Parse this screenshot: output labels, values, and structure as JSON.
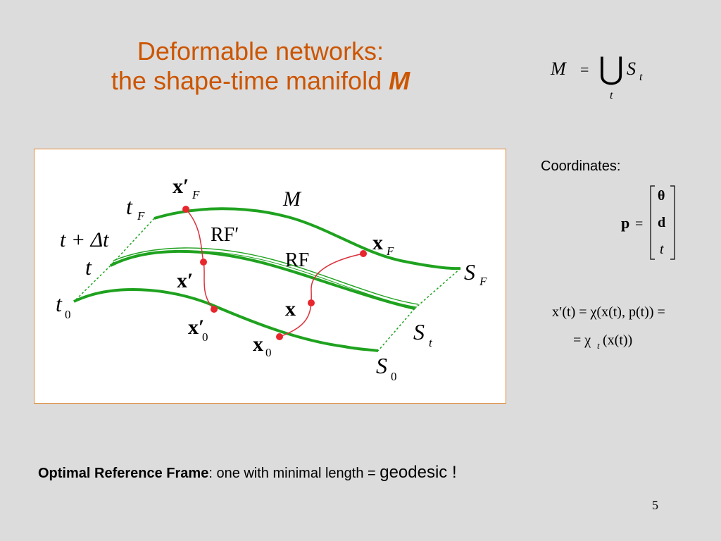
{
  "slide": {
    "title_line1": "Deformable networks:",
    "title_line2": "the shape-time manifold ",
    "title_italic": "M",
    "page_number": "5"
  },
  "equation_top": {
    "lhs": "M",
    "equals": "=",
    "union_symbol": "⋃",
    "union_sub": "t",
    "rhs": "S",
    "rhs_sub": "t"
  },
  "coordinates": {
    "label": "Coordinates:",
    "p_symbol": "p",
    "equals": "=",
    "entries": [
      "θ",
      "d",
      "t"
    ]
  },
  "equation_bottom": {
    "line1": "x′(t) = χ(x(t), p(t)) =",
    "line2": "= χ",
    "line2_sub": "t",
    "line2_rest": "(x(t))"
  },
  "figure": {
    "labels": {
      "xF_prime": "x′",
      "xF_prime_sub": "F",
      "tF": "t",
      "tF_sub": "F",
      "M": "M",
      "t_plus_dt": "t + Δt",
      "RF_prime": "RF′",
      "RF": "RF",
      "xF": "x",
      "xF_sub": "F",
      "t": "t",
      "x_prime": "x′",
      "SF": "S",
      "SF_sub": "F",
      "t0": "t",
      "t0_sub": "0",
      "x": "x",
      "x0_prime": "x′",
      "x0_prime_sub": "0",
      "St": "S",
      "St_sub": "t",
      "x0": "x",
      "x0_sub": "0",
      "S0": "S",
      "S0_sub": "0"
    },
    "colors": {
      "curve": "#1fa21f",
      "thin_curve": "#1fa21f",
      "dotted": "#1fa21f",
      "path": "#d9323c",
      "point": "#e8262e"
    }
  },
  "footnote": {
    "bold": "Optimal Reference Frame",
    "rest": ": one with minimal length = ",
    "big": "geodesic",
    "end": " !"
  }
}
